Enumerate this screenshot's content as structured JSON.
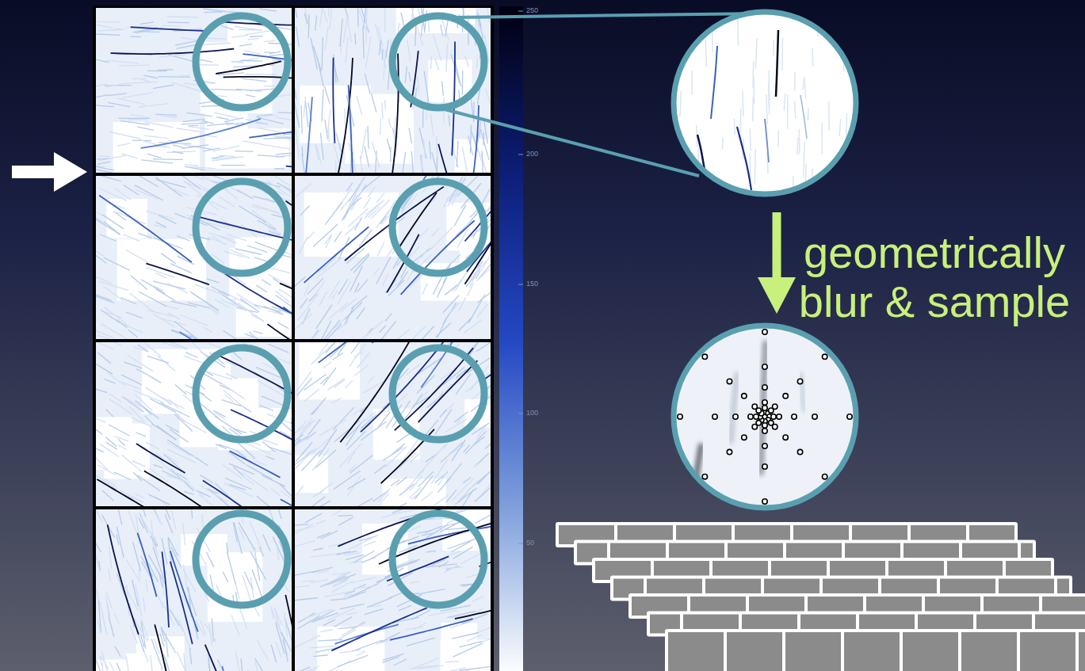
{
  "diagram": {
    "labels": [
      "geometrically blur & sample",
      "250",
      "200",
      "150",
      "100",
      "50"
    ]
  }
}
